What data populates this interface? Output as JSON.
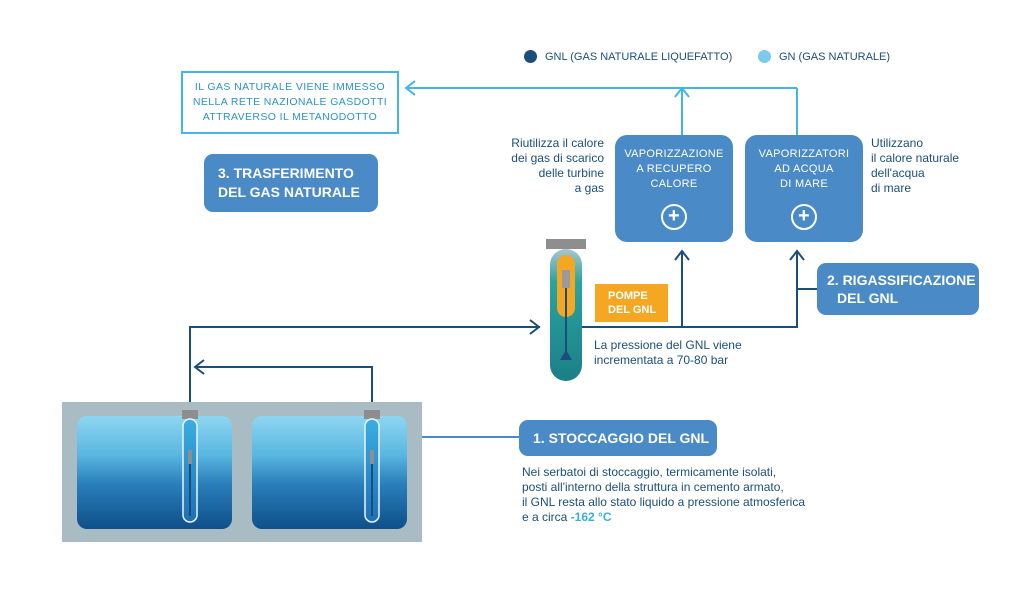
{
  "legend": {
    "gnl": {
      "label": "GNL (GAS NATURALE LIQUEFATTO)",
      "color": "#1b4f7a"
    },
    "gn": {
      "label": "GN (GAS NATURALE)",
      "color": "#7ccbee"
    }
  },
  "pipeline_box": {
    "line1": "IL GAS NATURALE VIENE IMMESSO",
    "line2": "NELLA RETE NAZIONALE GASDOTTI",
    "line3": "ATTRAVERSO IL METANODOTTO"
  },
  "step3": {
    "line1": "3. TRASFERIMENTO",
    "line2": "DEL GAS NATURALE"
  },
  "step2": {
    "line1": "2. RIGASSIFICAZIONE",
    "line2": "DEL GNL"
  },
  "step1": {
    "label": "1. STOCCAGGIO DEL GNL"
  },
  "vaporizer_heat": {
    "line1": "VAPORIZZAZIONE",
    "line2": "A RECUPERO",
    "line3": "CALORE",
    "icon": "plus-circle-icon"
  },
  "vaporizer_sea": {
    "line1": "VAPORIZZATORI",
    "line2": "AD ACQUA",
    "line3": "DI MARE",
    "icon": "plus-circle-icon"
  },
  "note_heat": {
    "line1": "Riutilizza il calore",
    "line2": "dei gas di scarico",
    "line3": "delle turbine",
    "line4": "a gas"
  },
  "note_sea": {
    "line1": "Utilizzano",
    "line2": "il calore naturale",
    "line3": "dell'acqua",
    "line4": "di mare"
  },
  "pumps": {
    "line1": "POMPE",
    "line2": "DEL GNL",
    "color": "#f5a623"
  },
  "pressure_note": {
    "line1": "La pressione del GNL viene",
    "line2": "incrementata a 70-80 bar"
  },
  "storage_note": {
    "line1": "Nei serbatoi di stoccaggio, termicamente isolati,",
    "line2": "posti all'interno della struttura in cemento armato,",
    "line3": "il GNL resta allo stato liquido a pressione atmosferica",
    "line4_prefix": "e a circa ",
    "temperature": "-162 °C"
  },
  "colors": {
    "step_box": "#4a8ac7",
    "gn_line": "#42b6e6",
    "gnl_line": "#1b4f7a",
    "tank_frame": "#a9bcc4"
  }
}
